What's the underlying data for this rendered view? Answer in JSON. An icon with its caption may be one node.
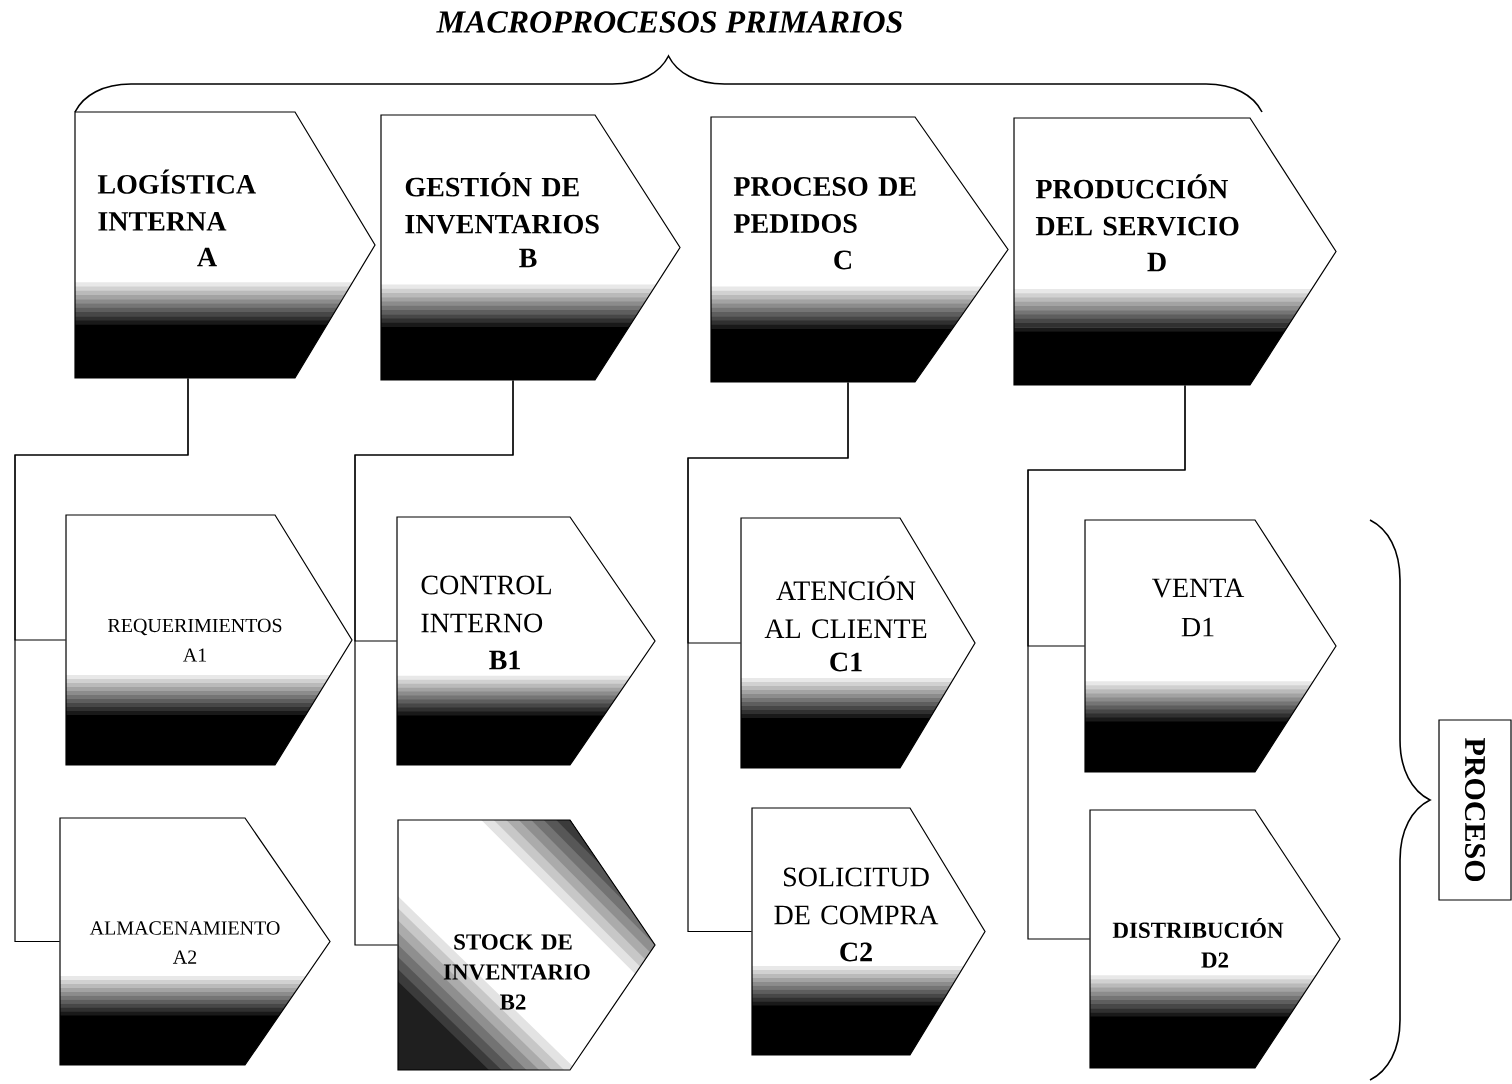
{
  "diagram": {
    "title": "MACROPROCESOS PRIMARIOS",
    "nodes": [
      {
        "text": [
          "LOGÍSTICA INTERNA",
          "A"
        ]
      },
      {
        "text": [
          "GESTIÓN DE INVENTARIOS",
          "B"
        ]
      },
      {
        "text": [
          "PROCESO DE PEDIDOS",
          "C"
        ]
      },
      {
        "text": [
          "PRODUCCIÓN DEL SERVICIO",
          "D"
        ]
      },
      {
        "text": [
          "REQUERIMIENTOS",
          "A1"
        ]
      },
      {
        "text": [
          "ALMACENAMIENTO",
          "A2"
        ]
      },
      {
        "text": [
          "CONTROL INTERNO",
          "B1"
        ]
      },
      {
        "text": [
          "STOCK DE INVENTARIO",
          "B2"
        ]
      },
      {
        "text": [
          "ATENCIÓN AL CLIENTE",
          "C1"
        ]
      },
      {
        "text": [
          "SOLICITUD DE COMPRA",
          "C2"
        ]
      },
      {
        "text": [
          "VENTA",
          "D1"
        ]
      },
      {
        "text": [
          "DISTRIBUCIÓN",
          "D2"
        ]
      },
      {
        "text": [
          "PROCESO"
        ]
      }
    ],
    "edges": [
      {
        "from": 0,
        "to": 4,
        "arrow": "none"
      },
      {
        "from": 0,
        "to": 5,
        "arrow": "none"
      },
      {
        "from": 1,
        "to": 6,
        "arrow": "none"
      },
      {
        "from": 1,
        "to": 7,
        "arrow": "none"
      },
      {
        "from": 2,
        "to": 8,
        "arrow": "none"
      },
      {
        "from": 2,
        "to": 9,
        "arrow": "none"
      },
      {
        "from": 3,
        "to": 10,
        "arrow": "none"
      },
      {
        "from": 3,
        "to": 11,
        "arrow": "none"
      }
    ]
  }
}
